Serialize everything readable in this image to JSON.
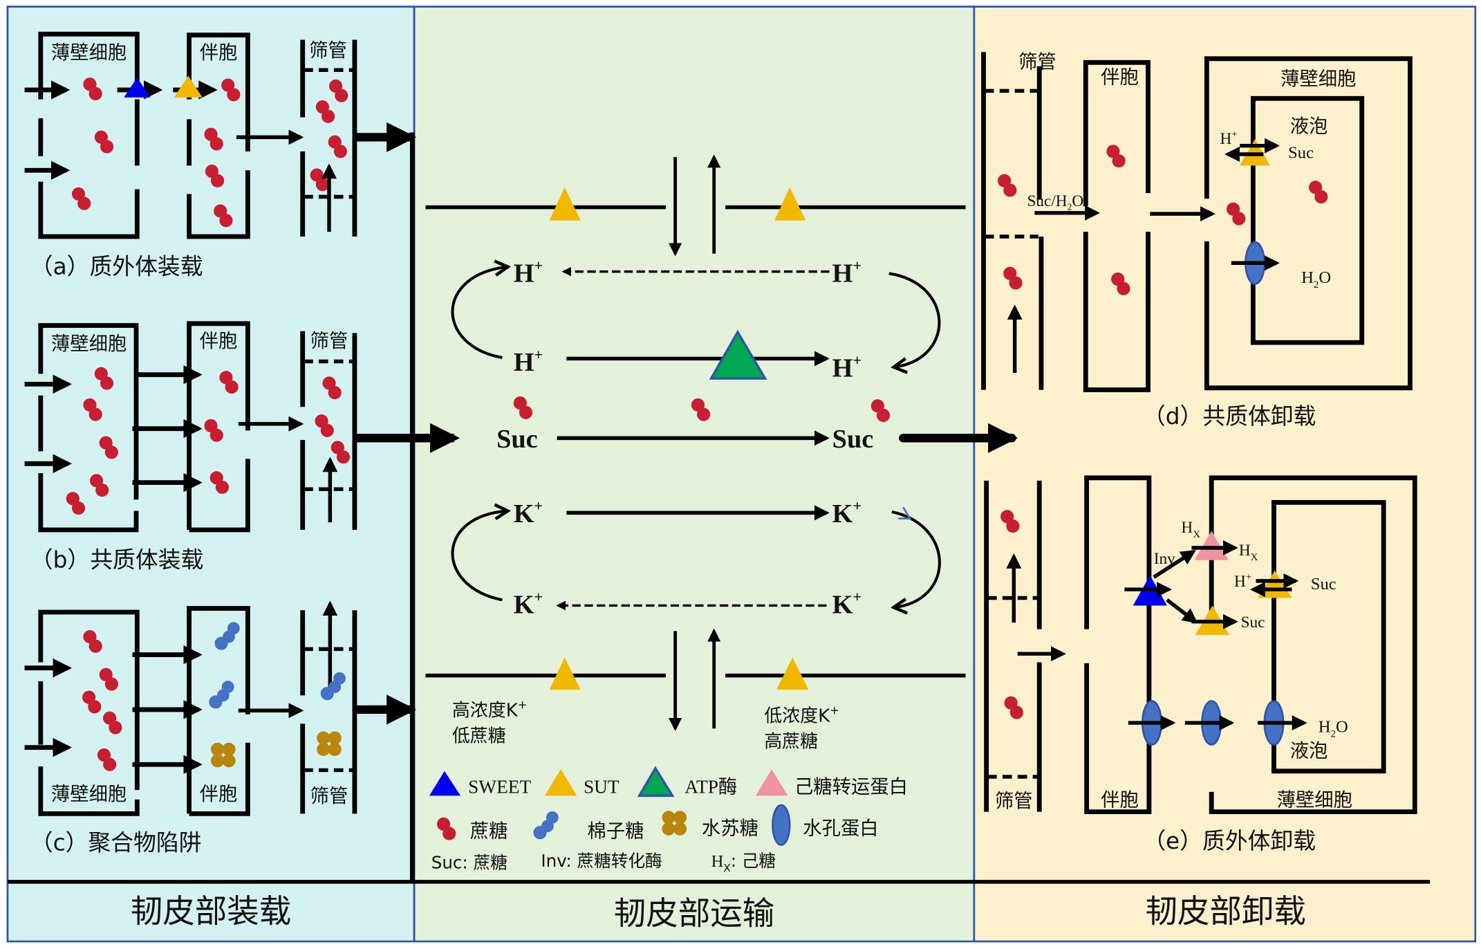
{
  "colors": {
    "loading_bg": "#d3f1f0",
    "transport_bg": "#e3f0da",
    "unloading_bg": "#fdf0cd",
    "frame_border": "#2f55a4",
    "sucrose": "#c81e32",
    "raffinose": "#4472c4",
    "stachyose": "#b8860b",
    "sweet": "#0000ee",
    "sut": "#f0b800",
    "atpase_fill": "#00a650",
    "atpase_stroke": "#2f55a4",
    "hexose_transporter": "#f093a0",
    "aquaporin": "#4472c4"
  },
  "sections": {
    "loading": {
      "title": "韧皮部装载"
    },
    "transport": {
      "title": "韧皮部运输"
    },
    "unloading": {
      "title": "韧皮部卸载"
    }
  },
  "panels": {
    "a": {
      "caption": "（a）质外体装载",
      "cells": [
        "薄壁细胞",
        "伴胞",
        "筛管"
      ]
    },
    "b": {
      "caption": "（b）共质体装载",
      "cells": [
        "薄壁细胞",
        "伴胞",
        "筛管"
      ]
    },
    "c": {
      "caption": "（c）聚合物陷阱",
      "cells": [
        "薄壁细胞",
        "伴胞",
        "筛管"
      ]
    },
    "d": {
      "caption": "（d）共质体卸载",
      "cells": [
        "筛管",
        "伴胞",
        "薄壁细胞"
      ],
      "vacuole": "液泡",
      "labels": {
        "suc_h2o": "Suc/H",
        "suc_h2o_sub": "2",
        "suc_h2o_end": "O",
        "h_plus": "H",
        "plus": "+",
        "suc": "Suc",
        "h2o": "H",
        "h2o_sub": "2",
        "h2o_end": "O"
      }
    },
    "e": {
      "caption": "（e）质外体卸载",
      "cells": [
        "筛管",
        "伴胞",
        "薄壁细胞"
      ],
      "vacuole": "液泡",
      "labels": {
        "hx": "H",
        "hx_sub": "X",
        "inv": "Inv",
        "h_plus": "H",
        "plus": "+",
        "suc": "Suc",
        "h2o": "H",
        "h2o_sub": "2",
        "h2o_end": "O"
      }
    }
  },
  "transport": {
    "h_label": "H",
    "k_label": "K",
    "plus": "+",
    "suc_label": "Suc",
    "left_note": [
      "高浓度K",
      "低蔗糖"
    ],
    "right_note": [
      "低浓度K",
      "高蔗糖"
    ]
  },
  "legend": {
    "row1": [
      {
        "icon": "sweet-triangle",
        "label": "SWEET"
      },
      {
        "icon": "sut-triangle",
        "label": "SUT"
      },
      {
        "icon": "atpase-triangle",
        "label": "ATP酶"
      },
      {
        "icon": "hexose-transporter-triangle",
        "label": "己糖转运蛋白"
      }
    ],
    "row2": [
      {
        "icon": "sucrose-molecule",
        "label": "蔗糖"
      },
      {
        "icon": "raffinose-molecule",
        "label": "棉子糖"
      },
      {
        "icon": "stachyose-molecule",
        "label": "水苏糖"
      },
      {
        "icon": "aquaporin-ellipse",
        "label": "水孔蛋白"
      }
    ],
    "row3": {
      "suc": "Suc: 蔗糖",
      "inv": "Inv: 蔗糖转化酶",
      "hx": "H",
      "hx_sub": "X",
      "hx_rest": ": 己糖"
    }
  }
}
